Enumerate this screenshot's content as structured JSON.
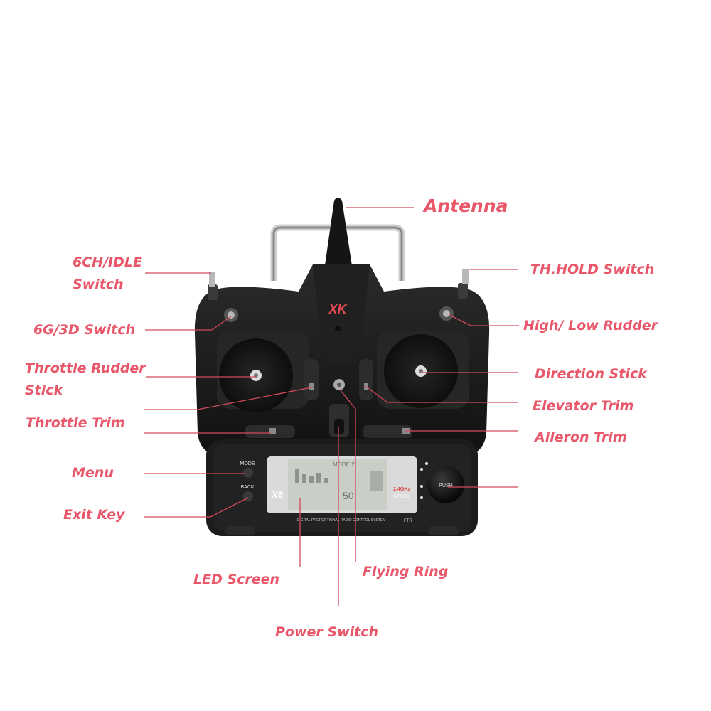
{
  "labels": {
    "antenna": "Antenna",
    "idle_switch_line1": "6CH/IDLE",
    "idle_switch_line2": "Switch",
    "th_hold_switch": "TH.HOLD Switch",
    "g3d_switch": "6G/3D Switch",
    "high_low_rudder": "High/ Low Rudder",
    "throttle_rudder_line1": "Throttle Rudder",
    "throttle_rudder_line2": "Stick",
    "direction_stick": "Direction Stick",
    "elevator_trim": "Elevator Trim",
    "throttle_trim": "Throttle Trim",
    "aileron_trim": "Aileron Trim",
    "menu": "Menu",
    "exit_key": "Exit Key",
    "led_screen": "LED Screen",
    "flying_ring": "Flying Ring",
    "power_switch": "Power Switch"
  },
  "device": {
    "brand_logo": "XK",
    "model": "X6",
    "mode_button": "MODE",
    "back_button": "BACK",
    "push_button": "PUSH",
    "lcd_mode": "MODE 2",
    "lcd_value": "50",
    "band": "2.4GHz",
    "protocol": "S-FHSS",
    "footer_text": "DIGITAL PROPORTIONAL RADIO CONTROL SYSTEM",
    "badge": "FTR"
  },
  "colors": {
    "label": "#e8576a",
    "leader_line": "#d24a5c",
    "body": "#1a1a1a",
    "screen": "#c9cec6"
  }
}
